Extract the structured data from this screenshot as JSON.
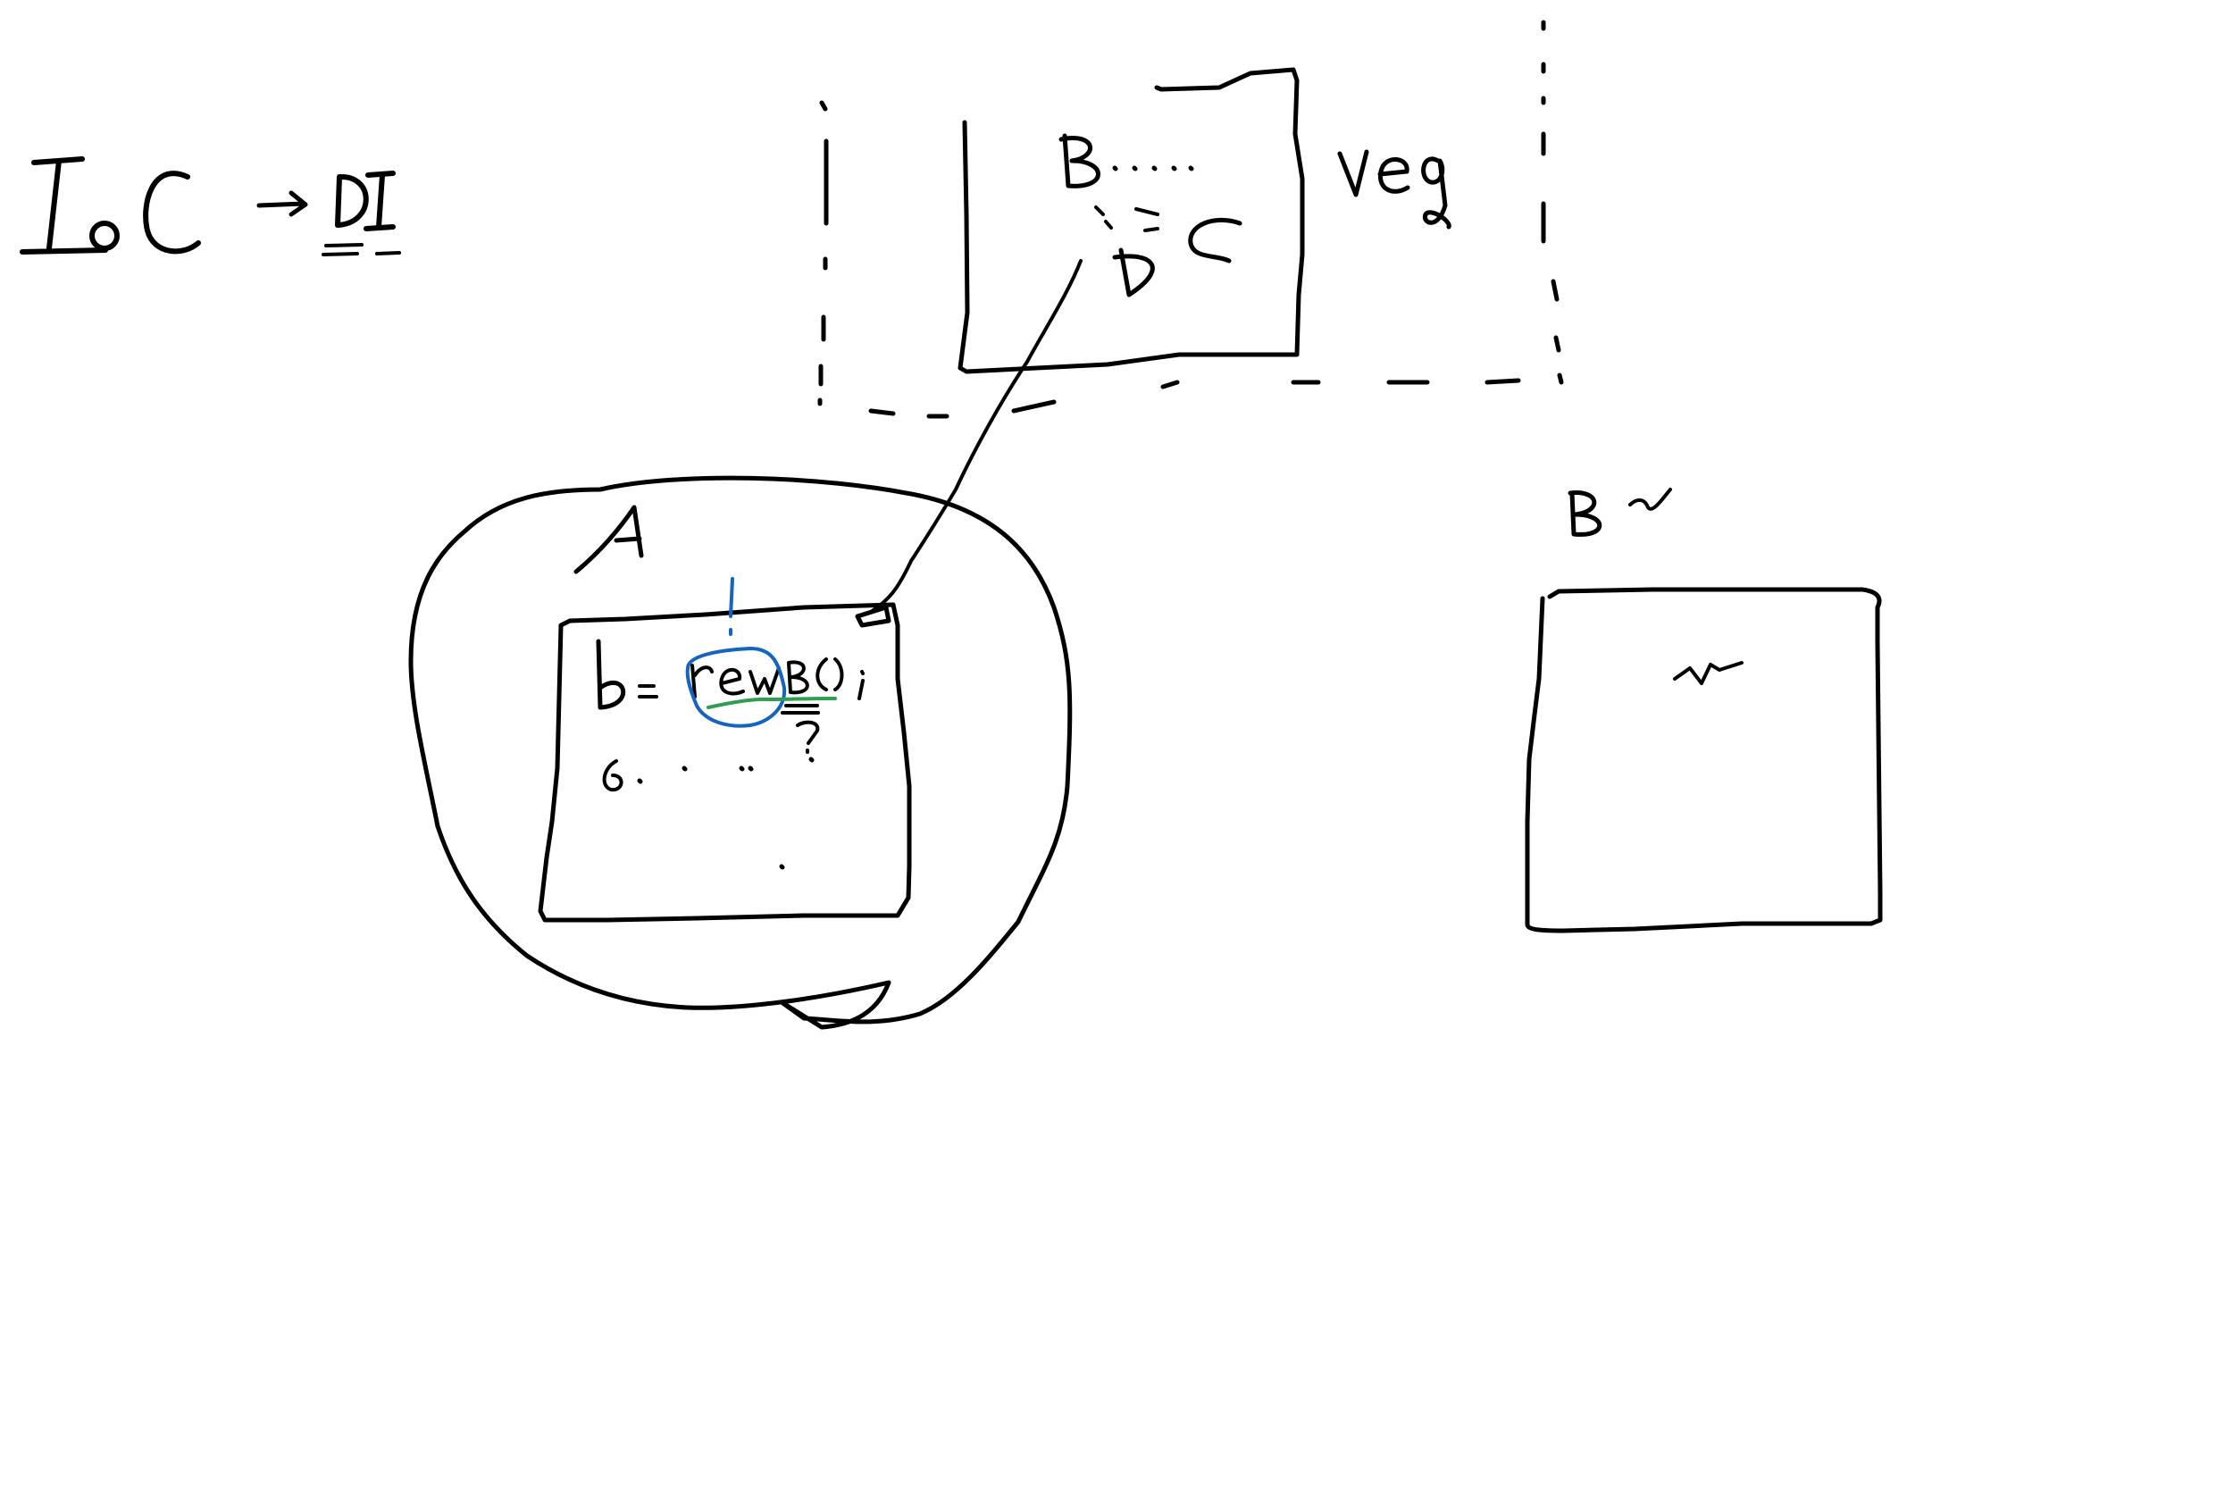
{
  "canvas": {
    "background_color": "#ffffff"
  },
  "colors": {
    "ink": "#000000",
    "highlight_blue": "#1565c0",
    "highlight_green": "#2e9e4f"
  },
  "labels": {
    "title_ioc": "IoC",
    "title_arrow": "→",
    "title_di": "DI",
    "container_label": "veg",
    "component_b": "B",
    "component_c": "C",
    "component_d": "D",
    "box_a": "A",
    "code_lhs": "b =",
    "code_new": "new",
    "code_call": "B();",
    "code_question": "?",
    "code_exclaim": "!",
    "code_line2": "6.",
    "box_b_label": "B",
    "box_b_squiggle": "~",
    "box_b_inner": "~"
  }
}
